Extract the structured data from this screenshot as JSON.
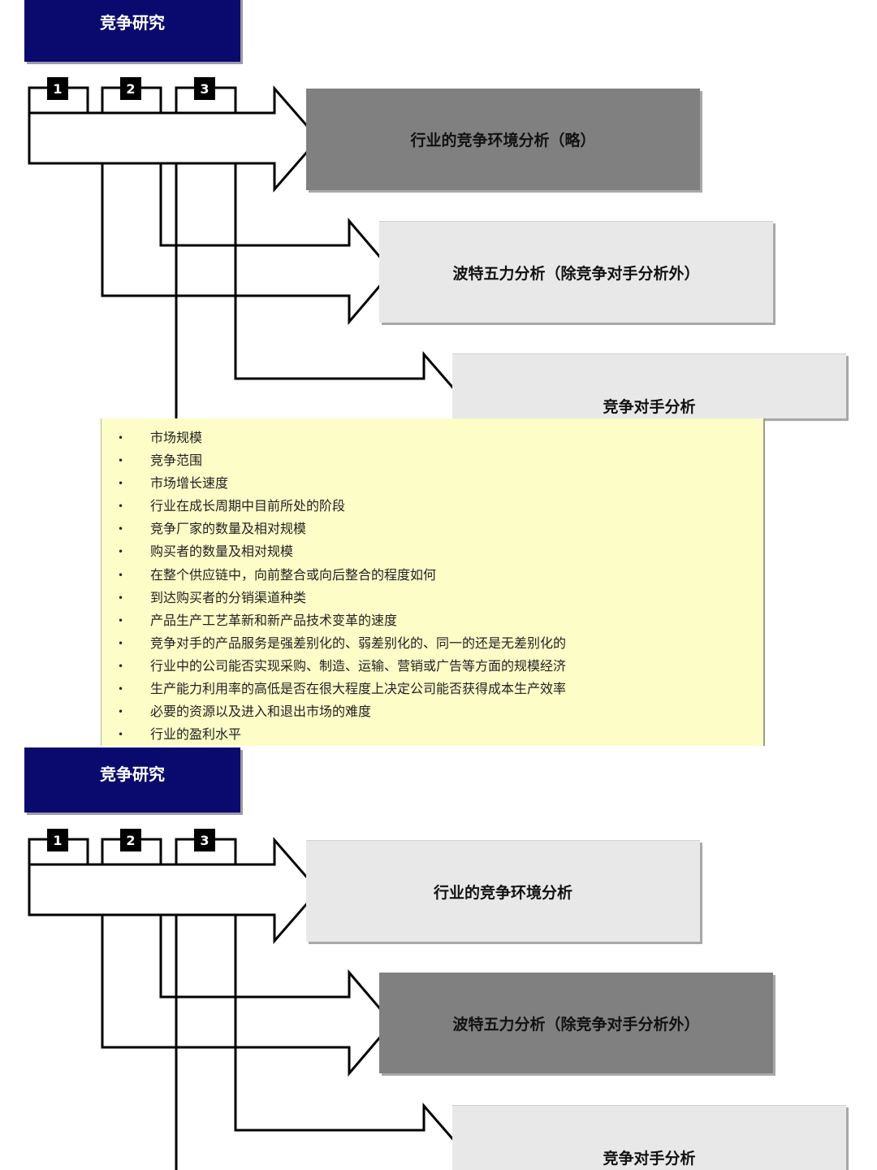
{
  "slides": [
    {
      "title": "竞争研究",
      "badges": [
        "1",
        "2",
        "3"
      ],
      "steps": [
        {
          "label": "行业的竞争环境分析（略）",
          "highlighted": true
        },
        {
          "label": "波特五力分析（除竞争对手分析外）",
          "highlighted": false
        },
        {
          "label": "竞争对手分析",
          "highlighted": false
        }
      ],
      "details": [
        "市场规模",
        "竞争范围",
        "市场增长速度",
        "行业在成长周期中目前所处的阶段",
        "竞争厂家的数量及相对规模",
        "购买者的数量及相对规模",
        "在整个供应链中，向前整合或向后整合的程度如何",
        "到达购买者的分销渠道种类",
        "产品生产工艺革新和新产品技术变革的速度",
        "竞争对手的产品服务是强差别化的、弱差别化的、同一的还是无差别化的",
        "行业中的公司能否实现采购、制造、运输、营销或广告等方面的规模经济",
        "生产能力利用率的高低是否在很大程度上决定公司能否获得成本生产效率",
        "必要的资源以及进入和退出市场的难度",
        "行业的盈利水平"
      ]
    },
    {
      "title": "竞争研究",
      "badges": [
        "1",
        "2",
        "3"
      ],
      "steps": [
        {
          "label": "行业的竞争环境分析",
          "highlighted": false
        },
        {
          "label": "波特五力分析（除竞争对手分析外）",
          "highlighted": true
        },
        {
          "label": "竞争对手分析",
          "highlighted": false
        }
      ]
    }
  ],
  "bullet_symbol": "•",
  "colors": {
    "title_bg": "#0a0a6e",
    "highlight_box": "#808080",
    "normal_box": "#e8e8e8",
    "detail_bg": "#fdfdc8",
    "badge_bg": "#000000"
  }
}
